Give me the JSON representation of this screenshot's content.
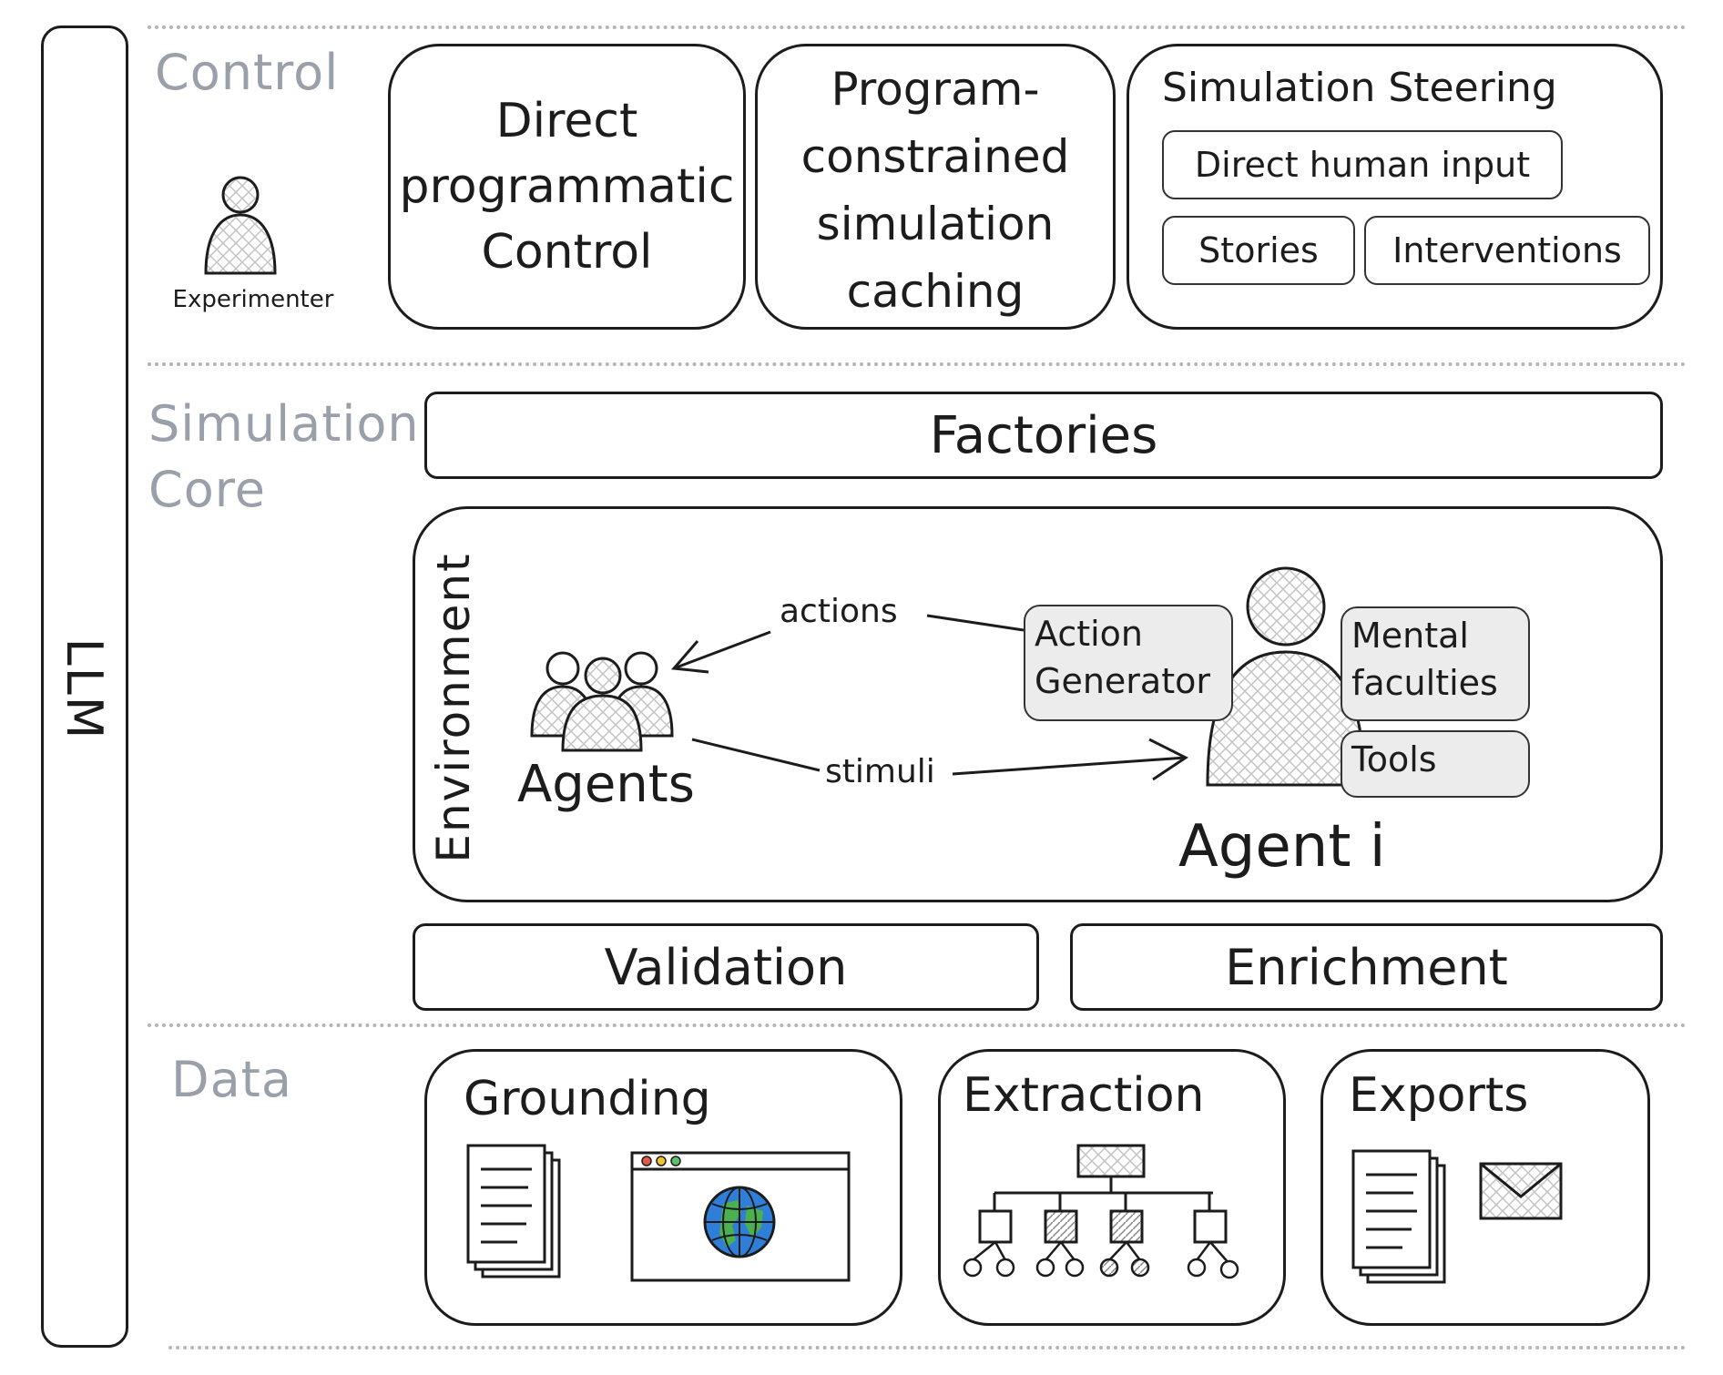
{
  "sidebar": {
    "llm_label": "LLM"
  },
  "layers": {
    "control": "Control",
    "simulation_core": [
      "Simulation",
      "Core"
    ],
    "data": "Data"
  },
  "control": {
    "experimenter_label": "Experimenter",
    "direct_control": [
      "Direct",
      "programmatic",
      "Control"
    ],
    "caching": [
      "Program-",
      "constrained",
      "simulation",
      "caching"
    ],
    "steering": {
      "title": "Simulation Steering",
      "direct_human_input": "Direct human input",
      "stories": "Stories",
      "interventions": "Interventions"
    }
  },
  "core": {
    "factories": "Factories",
    "environment": {
      "label": "Environment",
      "agents_label": "Agents",
      "actions_label": "actions",
      "stimuli_label": "stimuli",
      "agent_i_label": "Agent i",
      "action_generator": [
        "Action",
        "Generator"
      ],
      "mental_faculties": [
        "Mental",
        "faculties"
      ],
      "tools": "Tools"
    },
    "validation": "Validation",
    "enrichment": "Enrichment"
  },
  "data_layer": {
    "grounding": "Grounding",
    "extraction": "Extraction",
    "exports": "Exports"
  },
  "colors": {
    "stroke": "#1c1c1c",
    "layer_label": "#9aa0aa",
    "divider": "#b4b4b4",
    "tag_fill": "#ececec",
    "globe_blue": "#2f7fd8",
    "globe_green": "#4caf50"
  }
}
